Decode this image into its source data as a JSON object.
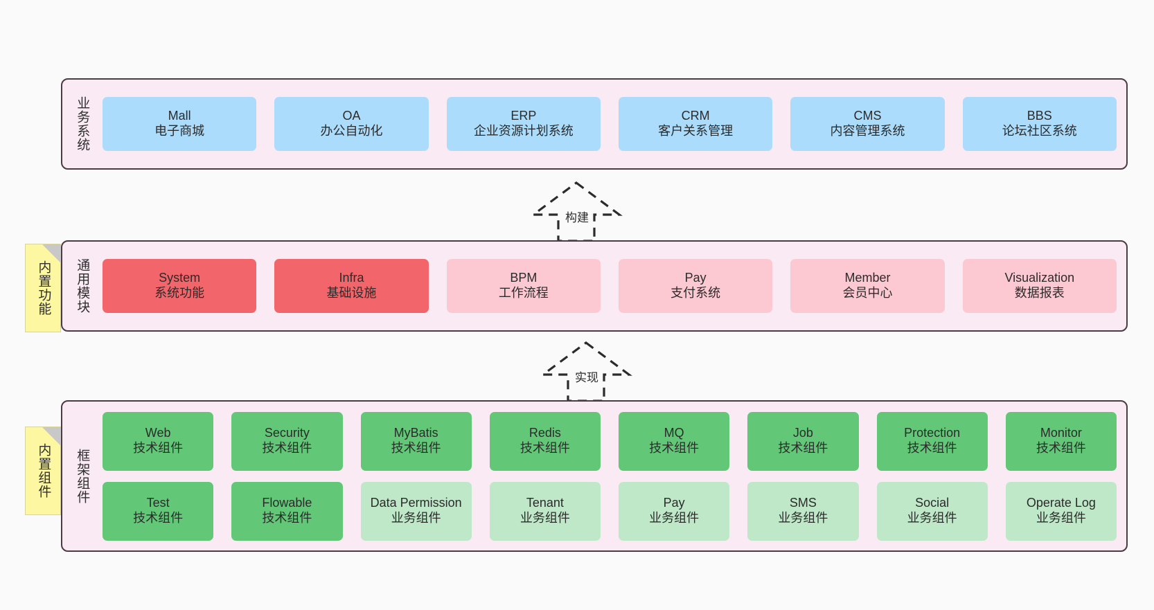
{
  "diagram": {
    "background": "#fafafa",
    "panel_fill": "#f9eaf4",
    "panel_border": "#4a3a42",
    "sticky_fill": "#fcf7a0",
    "colors": {
      "business": "#abdcfb",
      "module_core": "#f2656a",
      "module_plain": "#fcc9d2",
      "tech_component": "#62c878",
      "biz_component": "#bfe8c8"
    }
  },
  "layers": [
    {
      "id": "business",
      "title": "业务系统",
      "rows": [
        {
          "nodes": [
            {
              "en": "Mall",
              "cn": "电子商城",
              "color": "c-blue"
            },
            {
              "en": "OA",
              "cn": "办公自动化",
              "color": "c-blue"
            },
            {
              "en": "ERP",
              "cn": "企业资源计划系统",
              "color": "c-blue"
            },
            {
              "en": "CRM",
              "cn": "客户关系管理",
              "color": "c-blue"
            },
            {
              "en": "CMS",
              "cn": "内容管理系统",
              "color": "c-blue"
            },
            {
              "en": "BBS",
              "cn": "论坛社区系统",
              "color": "c-blue"
            }
          ]
        }
      ]
    },
    {
      "id": "common",
      "title": "通用模块",
      "rows": [
        {
          "nodes": [
            {
              "en": "System",
              "cn": "系统功能",
              "color": "c-red"
            },
            {
              "en": "Infra",
              "cn": "基础设施",
              "color": "c-red"
            },
            {
              "en": "BPM",
              "cn": "工作流程",
              "color": "c-pink"
            },
            {
              "en": "Pay",
              "cn": "支付系统",
              "color": "c-pink"
            },
            {
              "en": "Member",
              "cn": "会员中心",
              "color": "c-pink"
            },
            {
              "en": "Visualization",
              "cn": "数据报表",
              "color": "c-pink"
            }
          ]
        }
      ]
    },
    {
      "id": "frame",
      "title": "框架组件",
      "rows": [
        {
          "nodes": [
            {
              "en": "Web",
              "cn": "技术组件",
              "color": "c-green"
            },
            {
              "en": "Security",
              "cn": "技术组件",
              "color": "c-green"
            },
            {
              "en": "MyBatis",
              "cn": "技术组件",
              "color": "c-green"
            },
            {
              "en": "Redis",
              "cn": "技术组件",
              "color": "c-green"
            },
            {
              "en": "MQ",
              "cn": "技术组件",
              "color": "c-green"
            },
            {
              "en": "Job",
              "cn": "技术组件",
              "color": "c-green"
            },
            {
              "en": "Protection",
              "cn": "技术组件",
              "color": "c-green"
            },
            {
              "en": "Monitor",
              "cn": "技术组件",
              "color": "c-green"
            }
          ]
        },
        {
          "nodes": [
            {
              "en": "Test",
              "cn": "技术组件",
              "color": "c-green"
            },
            {
              "en": "Flowable",
              "cn": "技术组件",
              "color": "c-green"
            },
            {
              "en": "Data Permission",
              "cn": "业务组件",
              "color": "c-lightgreen"
            },
            {
              "en": "Tenant",
              "cn": "业务组件",
              "color": "c-lightgreen"
            },
            {
              "en": "Pay",
              "cn": "业务组件",
              "color": "c-lightgreen"
            },
            {
              "en": "SMS",
              "cn": "业务组件",
              "color": "c-lightgreen"
            },
            {
              "en": "Social",
              "cn": "业务组件",
              "color": "c-lightgreen"
            },
            {
              "en": "Operate Log",
              "cn": "业务组件",
              "color": "c-lightgreen"
            }
          ]
        }
      ]
    }
  ],
  "stickies": [
    {
      "id": "sticky-common",
      "label": "内置功能"
    },
    {
      "id": "sticky-frame",
      "label": "内置组件"
    }
  ],
  "arrows": [
    {
      "id": "arrow-build",
      "label": "构建"
    },
    {
      "id": "arrow-impl",
      "label": "实现"
    }
  ]
}
